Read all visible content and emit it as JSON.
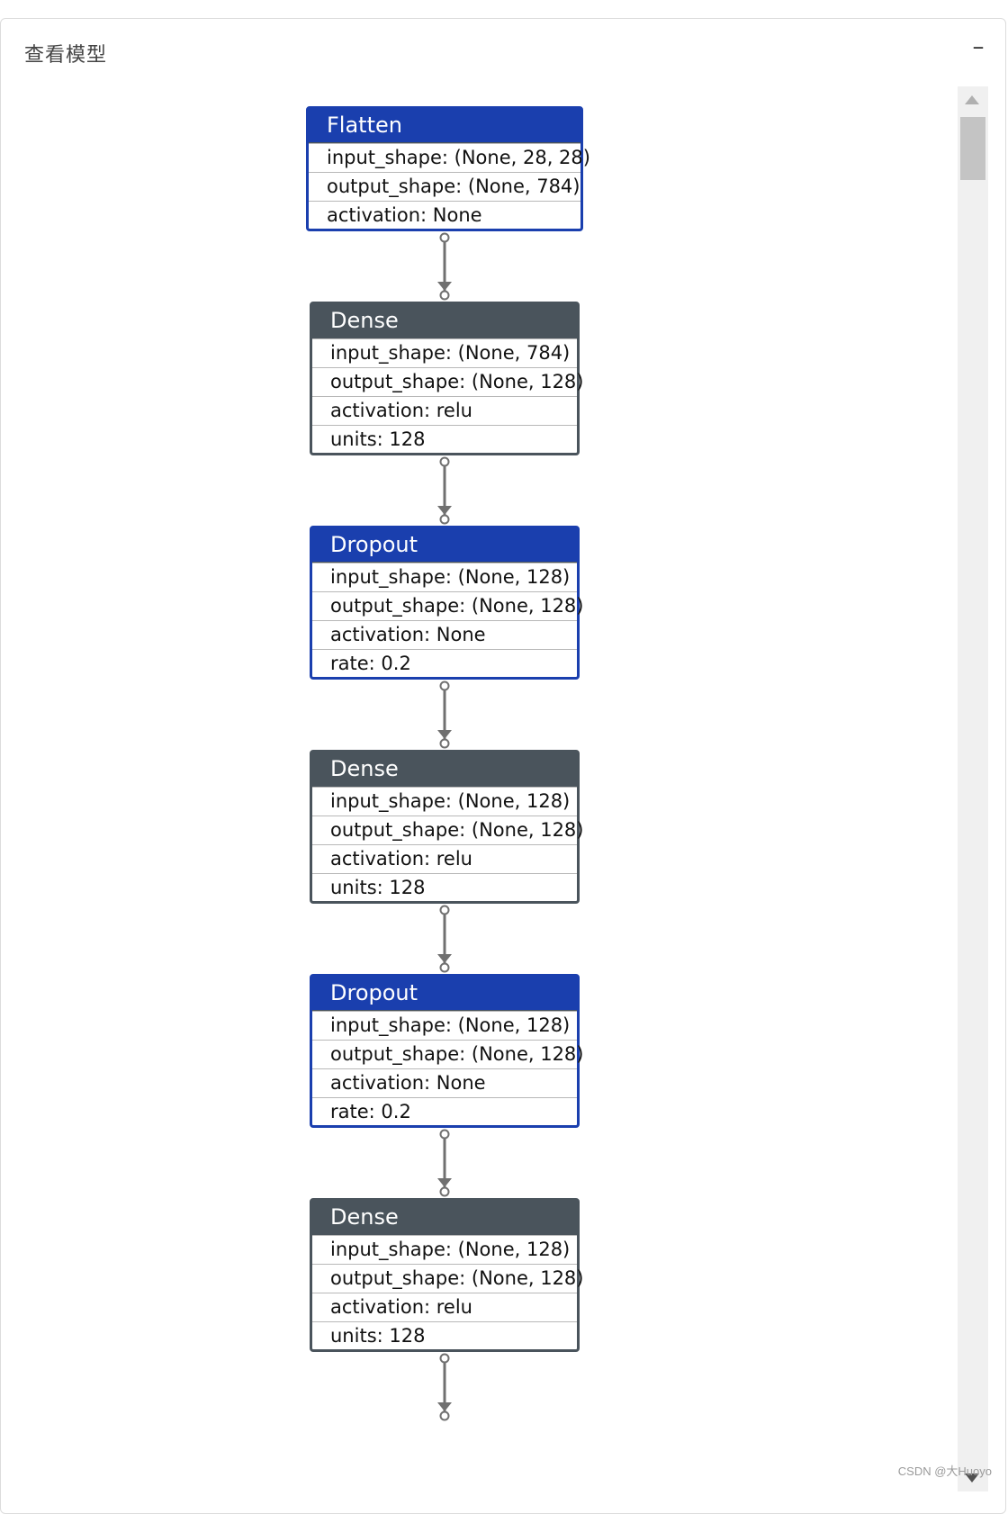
{
  "panel": {
    "title": "查看模型",
    "collapse_label": "–"
  },
  "colors": {
    "blue_header": "#1a3fae",
    "gray_header": "#4a545c",
    "edge": "#707070"
  },
  "graph": {
    "nodes": [
      {
        "type": "Flatten",
        "color": "blue",
        "attrs": [
          "input_shape: (None, 28, 28)",
          "output_shape: (None, 784)",
          "activation: None"
        ]
      },
      {
        "type": "Dense",
        "color": "gray",
        "attrs": [
          "input_shape: (None, 784)",
          "output_shape: (None, 128)",
          "activation: relu",
          "units: 128"
        ]
      },
      {
        "type": "Dropout",
        "color": "blue",
        "attrs": [
          "input_shape: (None, 128)",
          "output_shape: (None, 128)",
          "activation: None",
          "rate: 0.2"
        ]
      },
      {
        "type": "Dense",
        "color": "gray",
        "attrs": [
          "input_shape: (None, 128)",
          "output_shape: (None, 128)",
          "activation: relu",
          "units: 128"
        ]
      },
      {
        "type": "Dropout",
        "color": "blue",
        "attrs": [
          "input_shape: (None, 128)",
          "output_shape: (None, 128)",
          "activation: None",
          "rate: 0.2"
        ]
      },
      {
        "type": "Dense",
        "color": "gray",
        "attrs": [
          "input_shape: (None, 128)",
          "output_shape: (None, 128)",
          "activation: relu",
          "units: 128"
        ]
      }
    ]
  },
  "watermark": "CSDN @大Huoyo"
}
